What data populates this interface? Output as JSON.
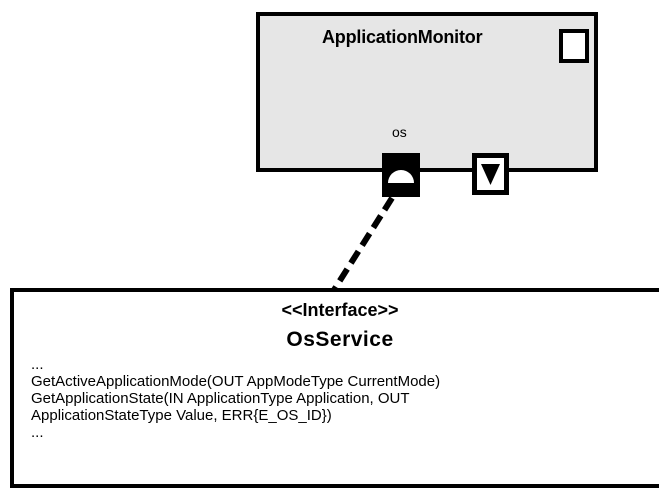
{
  "component": {
    "title": "ApplicationMonitor",
    "port_label": "os",
    "icon": "component-icon",
    "required_port_icon": "required-port-icon",
    "dropdown_icon": "chevron-down-icon"
  },
  "connector": {
    "style": "dashed"
  },
  "interface": {
    "stereotype": "<<Interface>>",
    "name": "OsService",
    "members": [
      "...",
      "GetActiveApplicationMode(OUT AppModeType CurrentMode)",
      "GetApplicationState(IN ApplicationType Application, OUT",
      "ApplicationStateType Value, ERR{E_OS_ID})",
      "..."
    ]
  }
}
